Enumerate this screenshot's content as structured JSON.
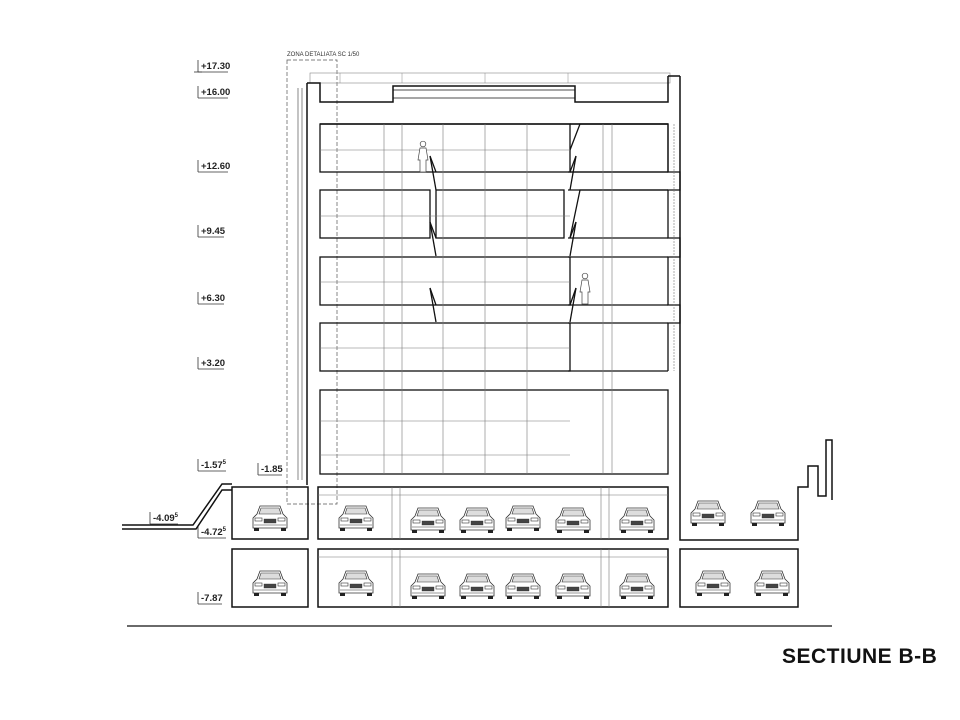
{
  "drawing": {
    "title": "SECTIUNE B-B",
    "detail_zone_label": "ZONA DETALIATA SC 1/50",
    "levels": [
      {
        "id": "lvl-17-30",
        "label": "+17.30",
        "sup": ""
      },
      {
        "id": "lvl-16-00",
        "label": "+16.00",
        "sup": ""
      },
      {
        "id": "lvl-12-60",
        "label": "+12.60",
        "sup": ""
      },
      {
        "id": "lvl-9-45",
        "label": "+9.45",
        "sup": ""
      },
      {
        "id": "lvl-6-30",
        "label": "+6.30",
        "sup": ""
      },
      {
        "id": "lvl-3-20",
        "label": "+3.20",
        "sup": ""
      },
      {
        "id": "lvl-1-57",
        "label": "-1.57",
        "sup": "5"
      },
      {
        "id": "lvl-1-85",
        "label": "-1.85",
        "sup": ""
      },
      {
        "id": "lvl-4-09",
        "label": "-4.09",
        "sup": "5"
      },
      {
        "id": "lvl-4-72",
        "label": "-4.72",
        "sup": "5"
      },
      {
        "id": "lvl-7-87",
        "label": "-7.87",
        "sup": ""
      }
    ]
  }
}
